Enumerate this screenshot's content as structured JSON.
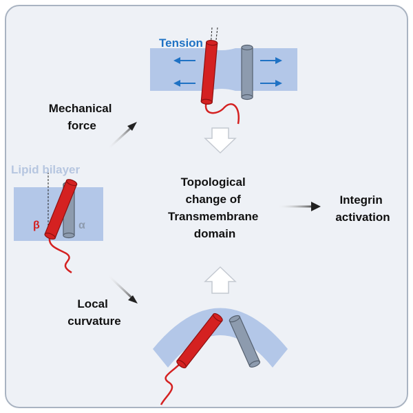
{
  "labels": {
    "tension": "Tension",
    "lipid_bilayer": "Lipid bilayer",
    "mechanical_force_line1": "Mechanical",
    "mechanical_force_line2": "force",
    "center_line1": "Topological",
    "center_line2": "change of",
    "center_line3": "Transmembrane",
    "center_line4": "domain",
    "integrin_line1": "Integrin",
    "integrin_line2": "activation",
    "local_curvature_line1": "Local",
    "local_curvature_line2": "curvature",
    "beta": "β",
    "alpha": "α"
  },
  "colors": {
    "panel_bg": "#eef1f6",
    "panel_border": "#a9b3c1",
    "membrane": "#b3c7e8",
    "beta_helix": "#d42121",
    "beta_helix_dark": "#8c1010",
    "alpha_helix": "#8d9bae",
    "alpha_helix_dark": "#55606f",
    "tension_text": "#1f72c4",
    "tension_arrow": "#1f72c4",
    "lipid_text": "#b6c6e0",
    "text": "#111111",
    "beta_text": "#d42121",
    "alpha_text": "#8d9bae"
  }
}
